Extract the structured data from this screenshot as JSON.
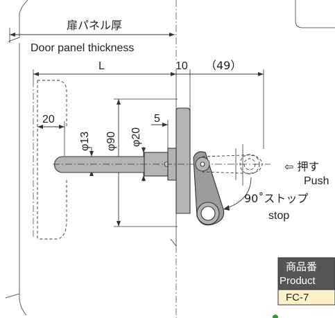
{
  "labels": {
    "door_thickness_jp": "扉パネル厚",
    "door_thickness_en": "Door panel thickness",
    "dim_L": "L",
    "dim_10": "10",
    "dim_49": "（49）",
    "dim_20_left": "20",
    "dim_5": "5",
    "dia_13": "φ13",
    "dia_90": "φ90",
    "dia_20": "φ20",
    "push_jp": "⇦ 押す",
    "push_en": "Push",
    "stop_jp": "90˚ストップ",
    "stop_en": "stop"
  },
  "table": {
    "header_jp": "商品番",
    "header_en": "Product",
    "value": "FC-7"
  },
  "colors": {
    "part_fill": "#b4b4b4",
    "table_header": "#555555",
    "table_value_bg": "#fff2c8"
  }
}
